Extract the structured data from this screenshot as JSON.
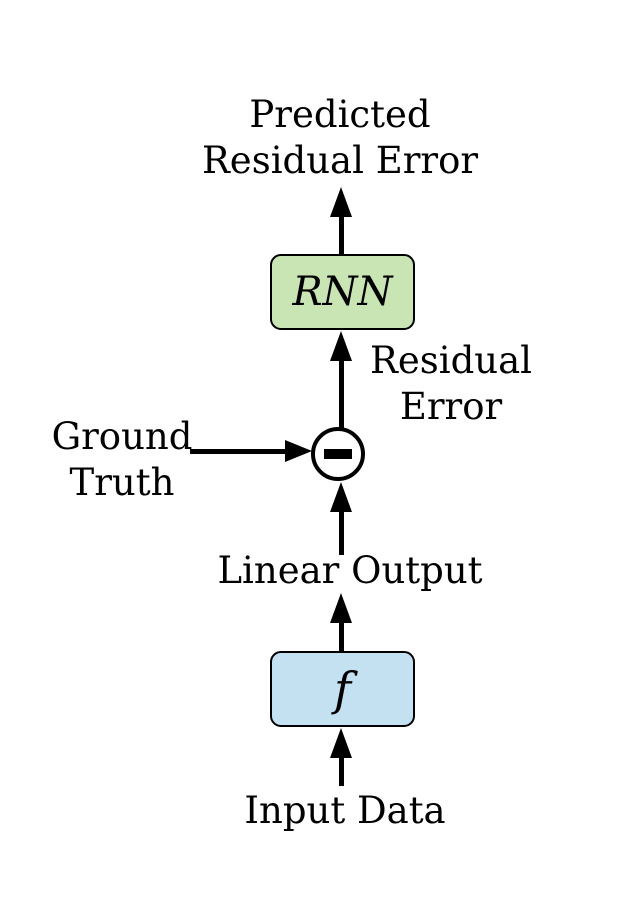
{
  "diagram": {
    "labels": {
      "predicted_residual_error": "Predicted\nResidual Error",
      "residual_error": "Residual\nError",
      "ground_truth": "Ground\nTruth",
      "linear_output": "Linear Output",
      "input_data": "Input Data"
    },
    "nodes": {
      "rnn": {
        "label": "RNN",
        "fill": "#c9e5b4"
      },
      "f": {
        "label": "f",
        "fill": "#c4e1f2"
      },
      "subtract": {
        "operator": "minus"
      }
    },
    "colors": {
      "background": "#ffffff",
      "stroke": "#000000",
      "rnn_fill": "#c9e5b4",
      "f_fill": "#c4e1f2"
    },
    "flow": [
      "Input Data -> f",
      "f -> Linear Output",
      "Linear Output -> subtract",
      "Ground Truth -> subtract",
      "subtract -> RNN (Residual Error)",
      "RNN -> Predicted Residual Error"
    ]
  }
}
